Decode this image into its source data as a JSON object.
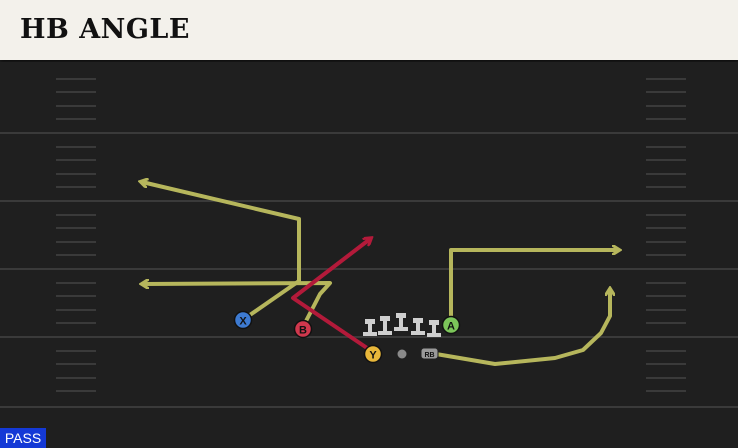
{
  "title": "HB ANGLE",
  "play_type_badge": "PASS",
  "players": {
    "x": {
      "label": "X",
      "color": "#3d7ad1"
    },
    "b": {
      "label": "B",
      "color": "#d0384d"
    },
    "y": {
      "label": "Y",
      "color": "#e8b73a"
    },
    "a": {
      "label": "A",
      "color": "#7cc55a"
    },
    "rb": {
      "label": "RB",
      "color": "#9a9a9a"
    }
  },
  "colors": {
    "route_primary": "#b6b65c",
    "route_hot": "#b31a3a",
    "field_line": "#3a3a3a",
    "lineman": "#cfcfcf"
  }
}
